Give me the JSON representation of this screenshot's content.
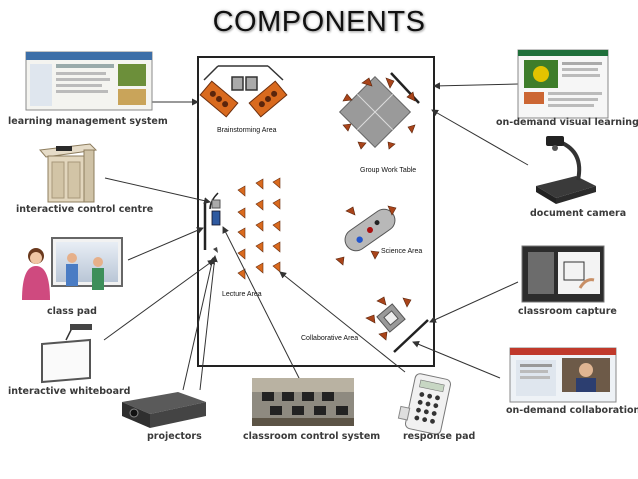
{
  "title": "COMPONENTS",
  "floor_areas": {
    "brainstorming": "Brainstorming Area",
    "group_work": "Group Work Table",
    "science": "Science Area",
    "lecture": "Lecture Area",
    "collaborative": "Collaborative Area"
  },
  "components": {
    "lms": "learning management system",
    "odvl": "on-demand visual learning",
    "icc": "interactive control centre",
    "doccam": "document camera",
    "classpad": "class pad",
    "capture": "classroom capture",
    "whiteboard": "interactive whiteboard",
    "odcollab": "on-demand collaboration",
    "projectors": "projectors",
    "ccs": "classroom control system",
    "respad": "response pad"
  },
  "colors": {
    "desk": "#d96a1e",
    "chair": "#a9441a",
    "grey_table": "#9a9a9a",
    "label": "#3a3a3a"
  }
}
